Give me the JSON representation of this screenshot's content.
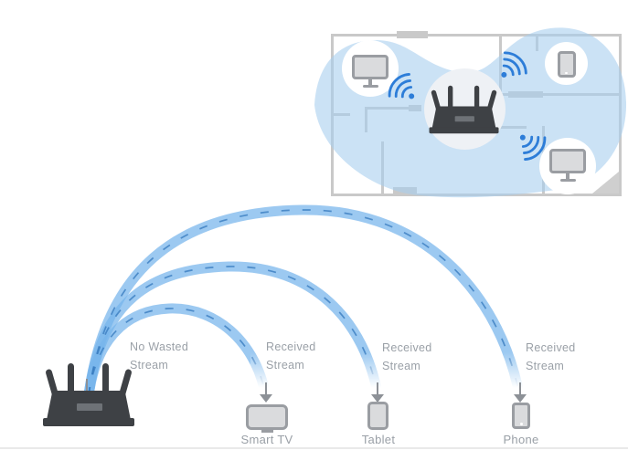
{
  "colors": {
    "beam_blue": "#76b4ec",
    "beam_dash": "#3a7dc0",
    "coverage_blue": "#a9cfef",
    "wall_gray": "#c9c9c9",
    "wifi_blue": "#2d7dd8",
    "device_border": "#9a9da2",
    "device_fill": "#dadbdd",
    "router_dark": "#3e4145",
    "led_gray": "#6e7277",
    "text_gray": "#9aa0a7",
    "arrow_gray": "#8d9197",
    "router_circle": "#eef1f5",
    "circle_white": "#ffffff"
  },
  "floorplan": {
    "device_icons": [
      {
        "icon": "monitor-icon",
        "position": "top-left-room"
      },
      {
        "icon": "tablet-icon",
        "position": "top-right-room"
      },
      {
        "icon": "router-icon",
        "position": "center"
      },
      {
        "icon": "monitor-icon",
        "position": "bottom-right-room"
      },
      {
        "icon": "wifi-signal-icon",
        "position": "near-top-left-monitor"
      },
      {
        "icon": "wifi-signal-icon",
        "position": "near-top-right-tablet"
      },
      {
        "icon": "wifi-signal-icon",
        "position": "near-bottom-right-monitor"
      }
    ]
  },
  "streams": [
    {
      "label": "No Wasted\nStream",
      "target": "router"
    },
    {
      "label": "Received\nStream",
      "target": "Smart TV"
    },
    {
      "label": "Received\nStream",
      "target": "Tablet"
    },
    {
      "label": "Received\nStream",
      "target": "Phone"
    }
  ],
  "devices": [
    {
      "label": "Smart TV",
      "icon": "tv-icon"
    },
    {
      "label": "Tablet",
      "icon": "tablet-icon"
    },
    {
      "label": "Phone",
      "icon": "phone-icon"
    }
  ]
}
